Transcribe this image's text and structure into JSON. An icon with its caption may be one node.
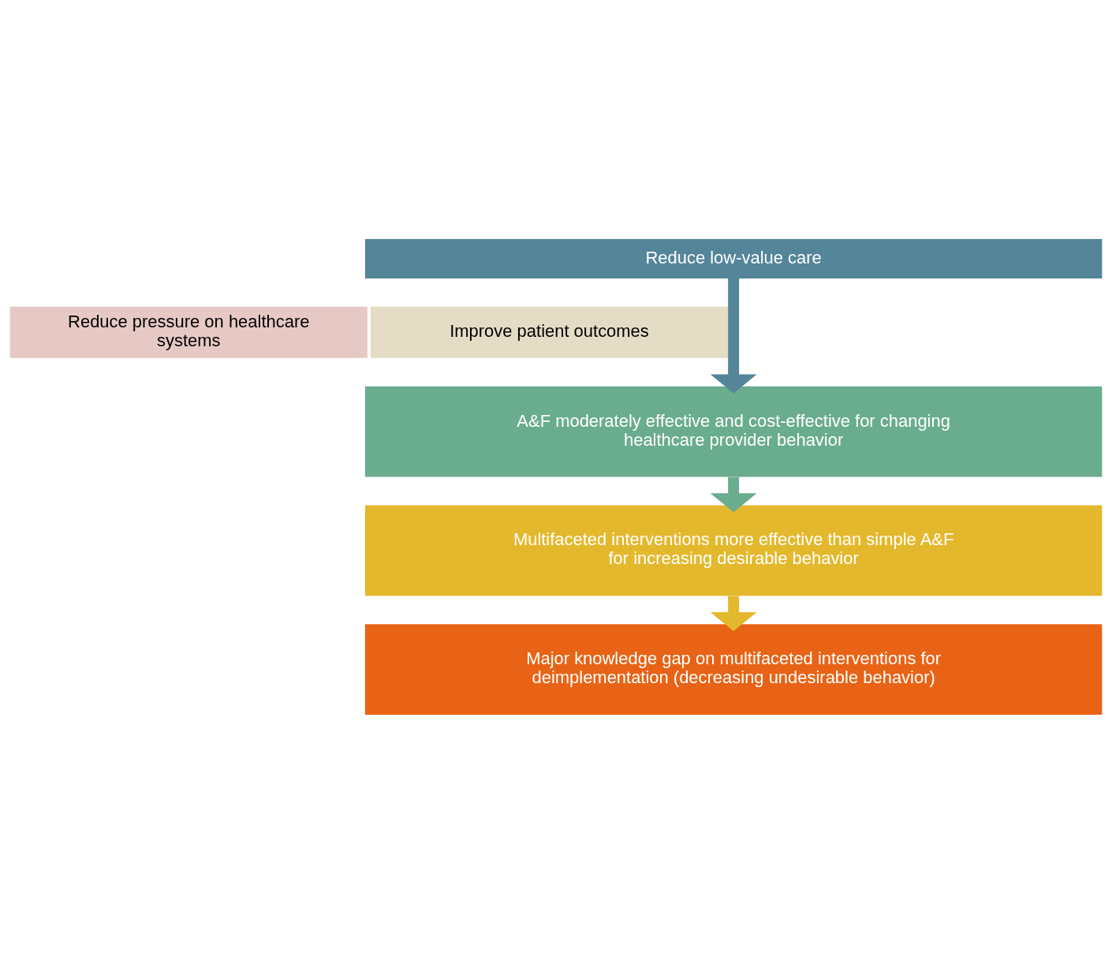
{
  "diagram": {
    "nodes": [
      {
        "text": [
          "Reduce low-value care"
        ]
      },
      {
        "text": [
          "Reduce pressure on healthcare systems"
        ]
      },
      {
        "text": [
          "Improve patient outcomes"
        ]
      },
      {
        "text": [
          "A&F moderately effective and cost-effective for changing healthcare provider behavior"
        ]
      },
      {
        "text": [
          "Multifaceted interventions more effective than simple A&F for increasing desirable behavior"
        ]
      },
      {
        "text": [
          "Major knowledge gap on multifaceted interventions for deimplementation (decreasing undesirable behavior)"
        ]
      }
    ],
    "edges": [
      {
        "from": 0,
        "to": 3,
        "arrow": "to",
        "color": "#548599"
      },
      {
        "from": 3,
        "to": 4,
        "arrow": "to",
        "color": "#6aac8e"
      },
      {
        "from": 4,
        "to": 5,
        "arrow": "to",
        "color": "#e4b82c"
      }
    ]
  }
}
